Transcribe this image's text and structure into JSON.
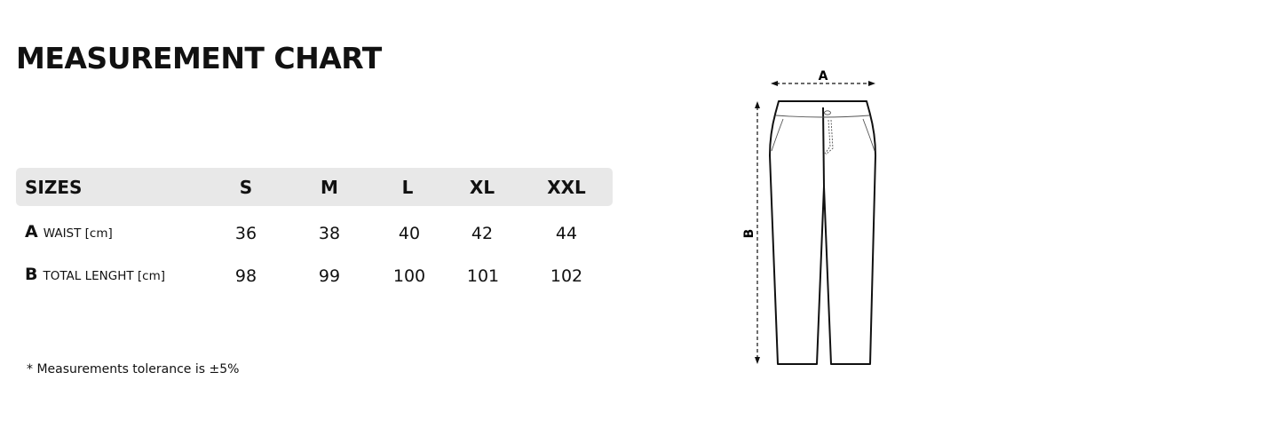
{
  "title": "MEASUREMENT CHART",
  "table": {
    "header": [
      "SIZES",
      "S",
      "M",
      "L",
      "XL",
      "XXL"
    ],
    "rows": [
      {
        "letter": "A",
        "label": "WAIST [cm]",
        "values": [
          "36",
          "38",
          "40",
          "42",
          "44"
        ]
      },
      {
        "letter": "B",
        "label": "TOTAL LENGHT [cm]",
        "values": [
          "98",
          "99",
          "100",
          "101",
          "102"
        ]
      }
    ]
  },
  "note": "* Measurements tolerance is ±5%",
  "diagram": {
    "label_a": "A",
    "label_b": "B"
  }
}
